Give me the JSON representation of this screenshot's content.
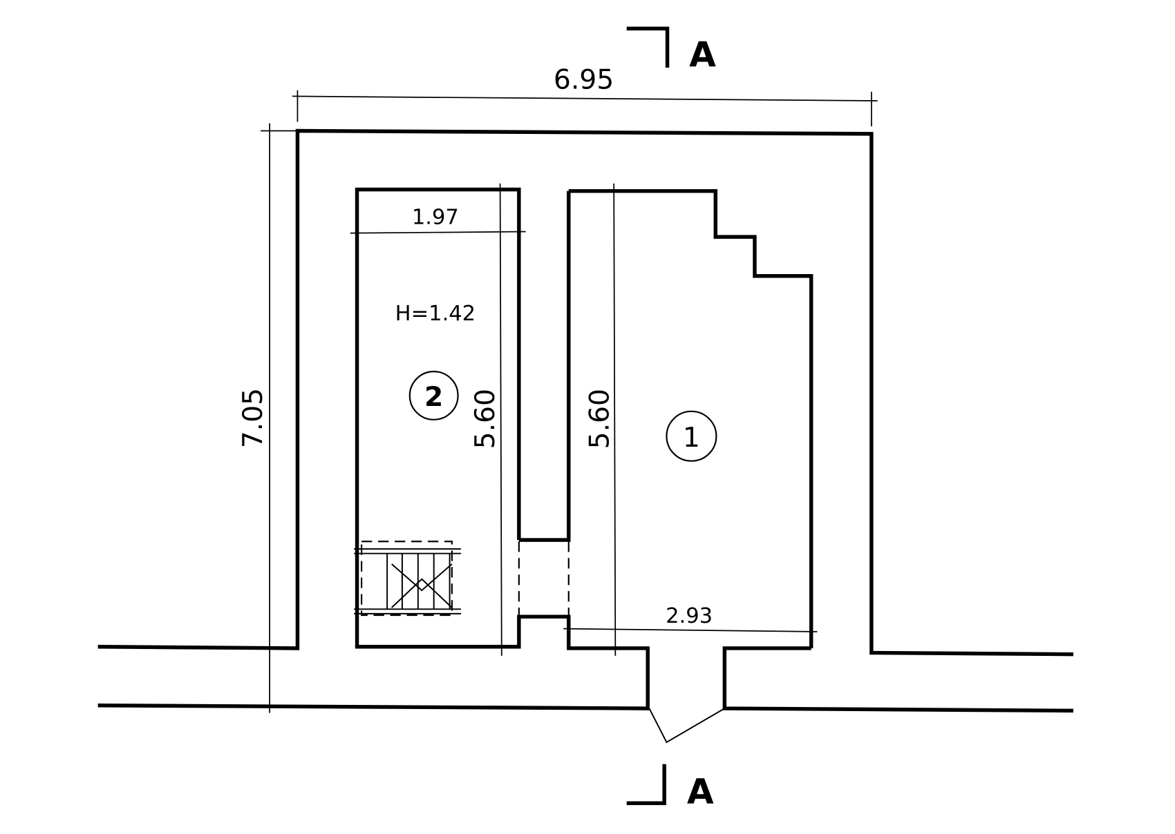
{
  "section_marks": {
    "top": "A",
    "bottom": "A"
  },
  "dimensions": {
    "overall_width": "6.95",
    "overall_depth": "7.05",
    "room2_width": "1.97",
    "room2_length": "5.60",
    "room1_length": "5.60",
    "room1_width": "2.93"
  },
  "room2": {
    "number": "2",
    "height_note": "H=1.42"
  },
  "room1": {
    "number": "1"
  }
}
